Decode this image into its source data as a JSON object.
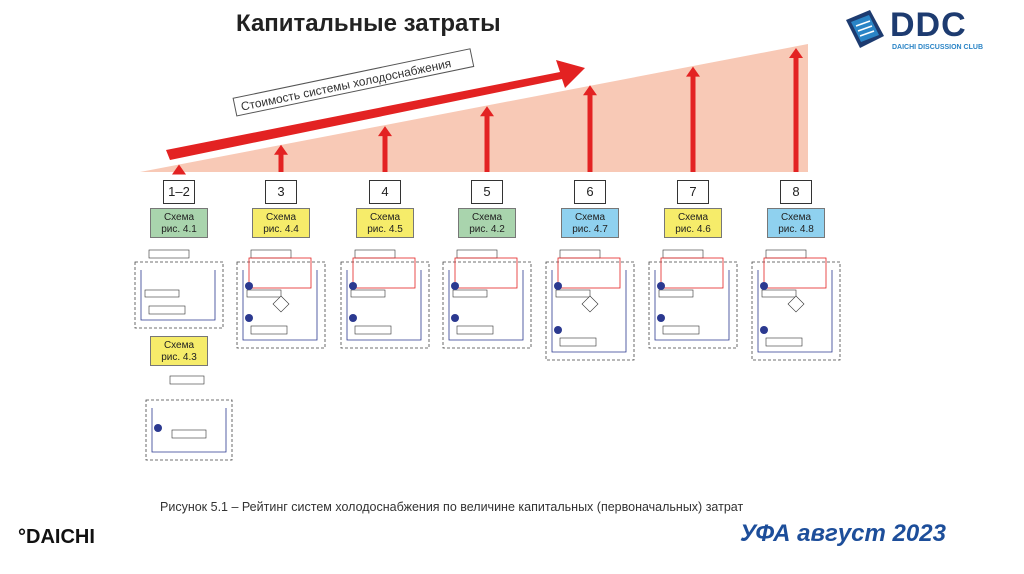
{
  "header": {
    "title": "Капитальные затраты"
  },
  "logo": {
    "text": "DDC",
    "subtitle": "DAICHI DISCUSSION CLUB",
    "color": "#1d3b70",
    "accent": "#2a84c6"
  },
  "diagram": {
    "cost_label": "Стоимость системы холодоснабжения",
    "wedge_color": "#f8c9b6",
    "arrow_color": "#e32222",
    "ranks": [
      {
        "num": "1–2",
        "schema_title": "Схема",
        "schema_ref": "рис. 4.1",
        "color": "#a9d4ad",
        "cost_level": 0.06
      },
      {
        "num": "3",
        "schema_title": "Схема",
        "schema_ref": "рис. 4.4",
        "color": "#f6ec6a",
        "cost_level": 0.22
      },
      {
        "num": "4",
        "schema_title": "Схема",
        "schema_ref": "рис. 4.5",
        "color": "#f6ec6a",
        "cost_level": 0.37
      },
      {
        "num": "5",
        "schema_title": "Схема",
        "schema_ref": "рис. 4.2",
        "color": "#a9d4ad",
        "cost_level": 0.53
      },
      {
        "num": "6",
        "schema_title": "Схема",
        "schema_ref": "рис. 4.7",
        "color": "#8fd1ef",
        "cost_level": 0.7
      },
      {
        "num": "7",
        "schema_title": "Схема",
        "schema_ref": "рис. 4.6",
        "color": "#f6ec6a",
        "cost_level": 0.85
      },
      {
        "num": "8",
        "schema_title": "Схема",
        "schema_ref": "рис. 4.8",
        "color": "#8fd1ef",
        "cost_level": 1.0
      }
    ],
    "extra_schema": {
      "schema_title": "Схема",
      "schema_ref": "рис. 4.3",
      "color": "#f6ec6a"
    },
    "caption": "Рисунок 5.1 – Рейтинг систем холодоснабжения по величине капитальных (первоначальных) затрат"
  },
  "footer": {
    "brand": "DAICHI",
    "event": "УФА август 2023"
  }
}
